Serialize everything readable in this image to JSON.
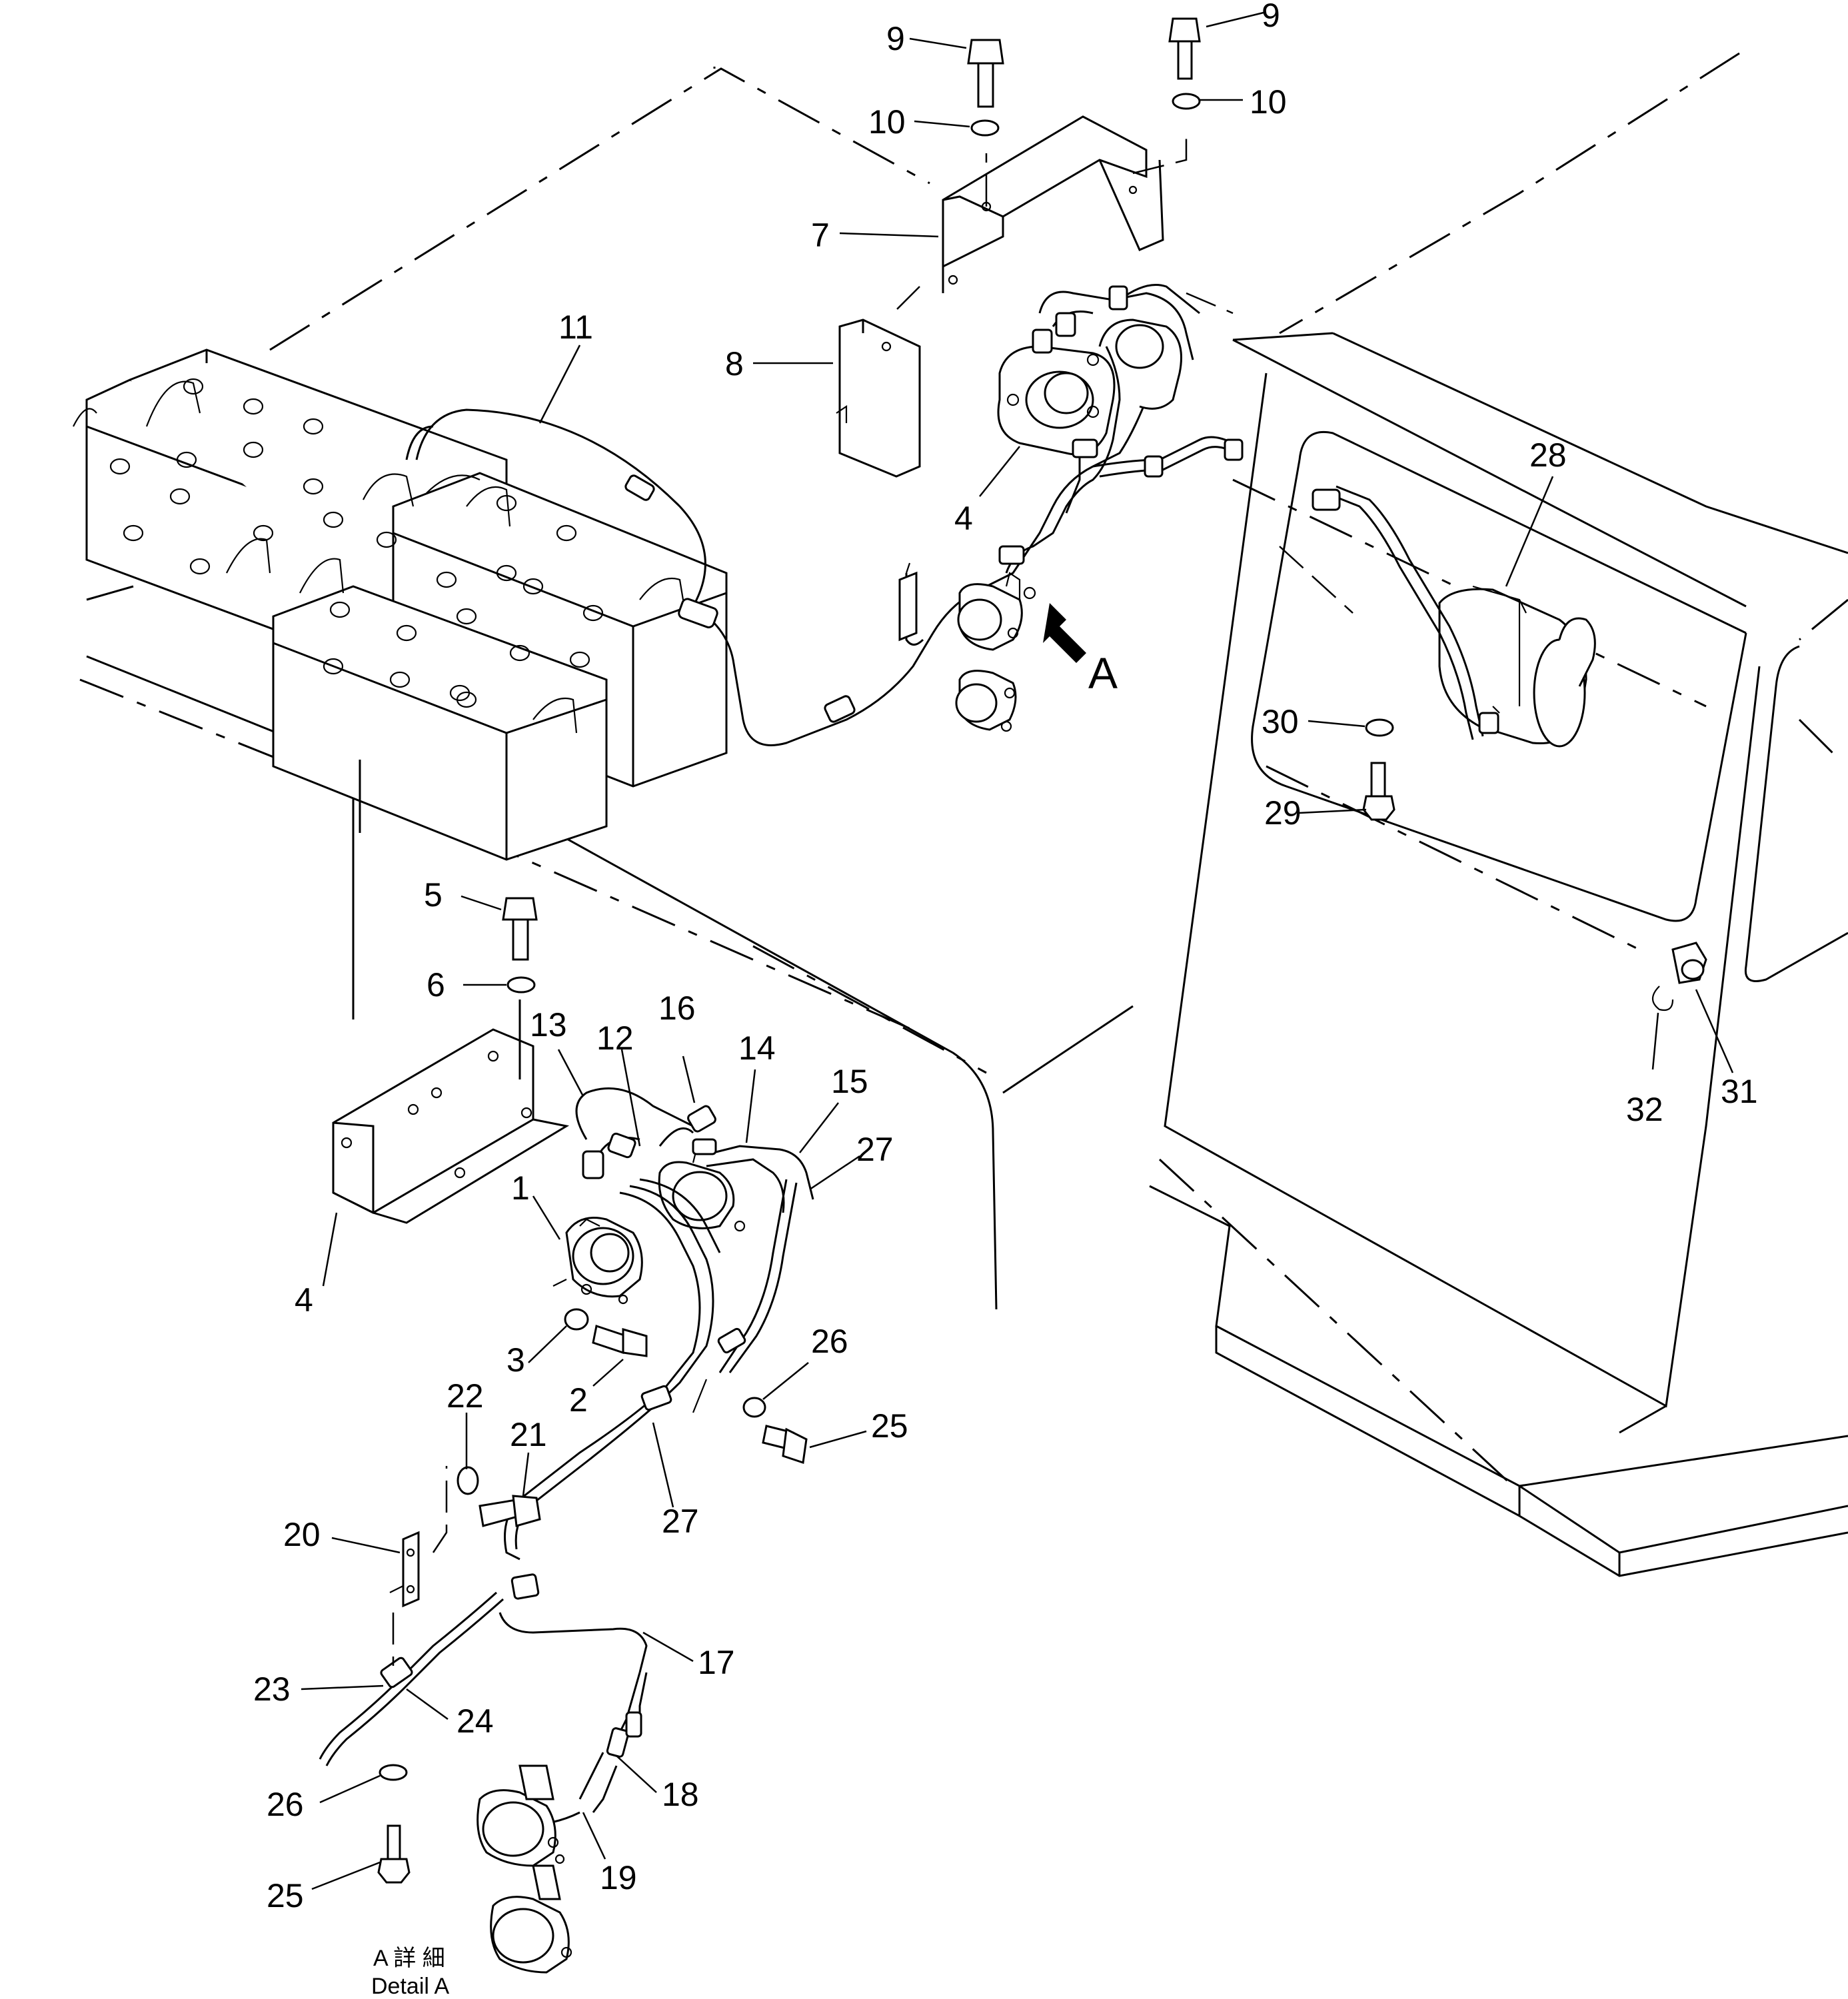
{
  "drawing": {
    "view_marker": "A",
    "caption": {
      "line1": "A 詳 細",
      "line2": "Detail A"
    },
    "callouts": [
      {
        "id": "c9a",
        "text": "9"
      },
      {
        "id": "c9b",
        "text": "9"
      },
      {
        "id": "c10a",
        "text": "10"
      },
      {
        "id": "c10b",
        "text": "10"
      },
      {
        "id": "c7",
        "text": "7"
      },
      {
        "id": "c8",
        "text": "8"
      },
      {
        "id": "c11",
        "text": "11"
      },
      {
        "id": "c4a",
        "text": "4"
      },
      {
        "id": "c28",
        "text": "28"
      },
      {
        "id": "c30",
        "text": "30"
      },
      {
        "id": "c29",
        "text": "29"
      },
      {
        "id": "c5",
        "text": "5"
      },
      {
        "id": "c6",
        "text": "6"
      },
      {
        "id": "c13",
        "text": "13"
      },
      {
        "id": "c12",
        "text": "12"
      },
      {
        "id": "c16",
        "text": "16"
      },
      {
        "id": "c14",
        "text": "14"
      },
      {
        "id": "c15",
        "text": "15"
      },
      {
        "id": "c27a",
        "text": "27"
      },
      {
        "id": "c1",
        "text": "1"
      },
      {
        "id": "c4b",
        "text": "4"
      },
      {
        "id": "c3",
        "text": "3"
      },
      {
        "id": "c2",
        "text": "2"
      },
      {
        "id": "c26a",
        "text": "26"
      },
      {
        "id": "c25a",
        "text": "25"
      },
      {
        "id": "c22",
        "text": "22"
      },
      {
        "id": "c21",
        "text": "21"
      },
      {
        "id": "c27b",
        "text": "27"
      },
      {
        "id": "c20",
        "text": "20"
      },
      {
        "id": "c17",
        "text": "17"
      },
      {
        "id": "c23",
        "text": "23"
      },
      {
        "id": "c24",
        "text": "24"
      },
      {
        "id": "c18",
        "text": "18"
      },
      {
        "id": "c26b",
        "text": "26"
      },
      {
        "id": "c19",
        "text": "19"
      },
      {
        "id": "c25b",
        "text": "25"
      },
      {
        "id": "c32",
        "text": "32"
      },
      {
        "id": "c31",
        "text": "31"
      }
    ]
  }
}
